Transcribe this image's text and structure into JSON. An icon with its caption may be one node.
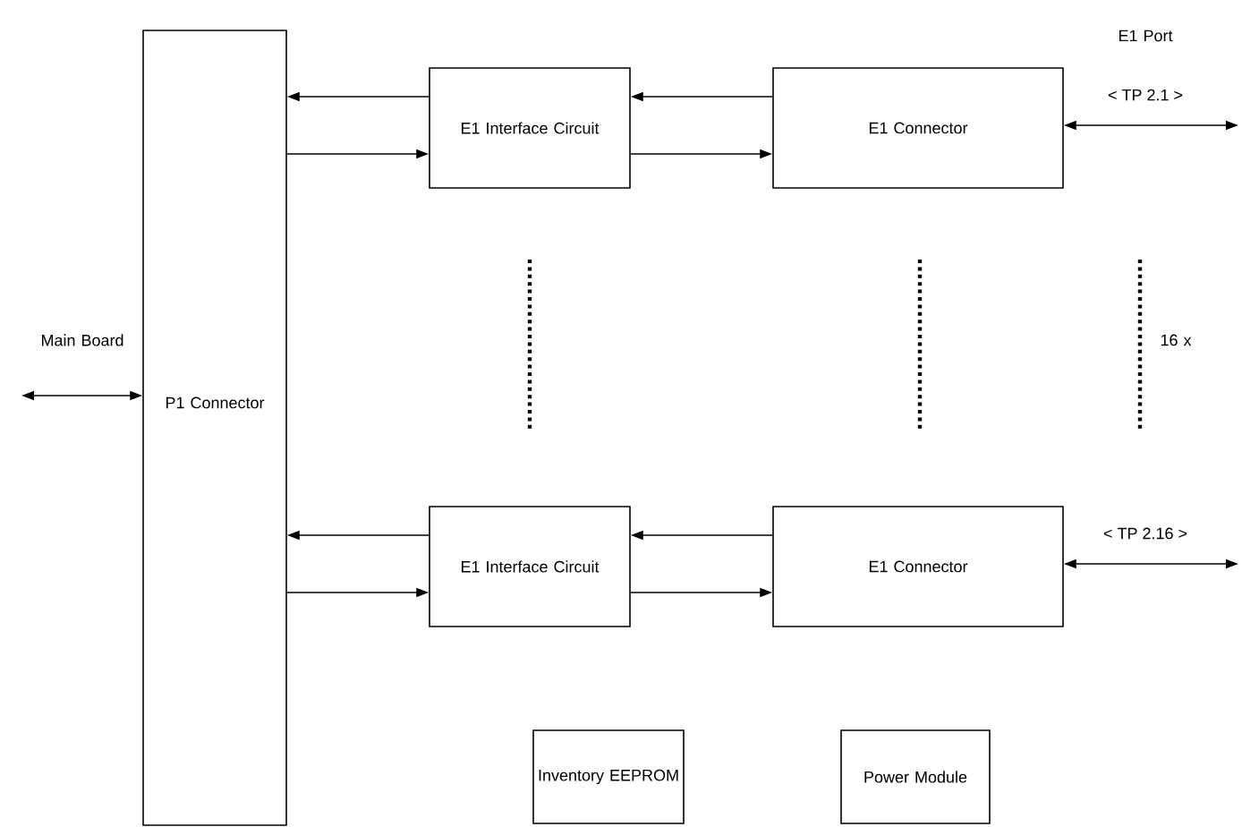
{
  "diagram": {
    "nodes": [
      {
        "text": [
          "P1 Connector"
        ]
      },
      {
        "text": [
          "E1 Interface Circuit"
        ]
      },
      {
        "text": [
          "E1 Connector"
        ]
      },
      {
        "text": [
          "E1 Interface Circuit"
        ]
      },
      {
        "text": [
          "E1 Connector"
        ]
      },
      {
        "text": [
          "Inventory EEPROM"
        ]
      },
      {
        "text": [
          "Power Module"
        ]
      }
    ],
    "edges": [
      {
        "from": null,
        "to": 0,
        "arrow": "both"
      },
      {
        "from": 1,
        "to": 0,
        "arrow": "to"
      },
      {
        "from": 0,
        "to": 1,
        "arrow": "to"
      },
      {
        "from": 2,
        "to": 1,
        "arrow": "to"
      },
      {
        "from": 1,
        "to": 2,
        "arrow": "to"
      },
      {
        "from": 2,
        "to": null,
        "arrow": "both",
        "label": "< TP 2.1 >"
      },
      {
        "from": 3,
        "to": 0,
        "arrow": "to"
      },
      {
        "from": 0,
        "to": 3,
        "arrow": "to"
      },
      {
        "from": 4,
        "to": 3,
        "arrow": "to"
      },
      {
        "from": 3,
        "to": 4,
        "arrow": "to"
      },
      {
        "from": 4,
        "to": null,
        "arrow": "both",
        "label": "< TP 2.16 >"
      }
    ],
    "labels": [
      "E1 Port",
      "Main Board",
      "16 x"
    ]
  }
}
